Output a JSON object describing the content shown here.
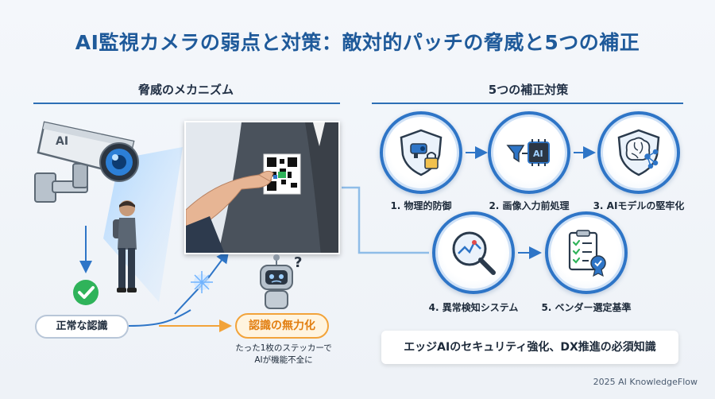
{
  "title": "AI監視カメラの弱点と対策：敵対的パッチの脅威と5つの補正",
  "left_section": {
    "heading": "脅威のメカニズム",
    "camera_label": "AI",
    "normal_label": "正常な認識",
    "disabled_label": "認識の無力化",
    "note_line1": "たった1枚のステッカーで",
    "note_line2": "AIが機能不全に",
    "robot_mark": "?"
  },
  "right_section": {
    "heading": "5つの補正対策",
    "measures": [
      {
        "label": "1. 物理的防御",
        "icon": "shield-camera-lock-icon"
      },
      {
        "label": "2. 画像入力前処理",
        "icon": "filter-chip-icon"
      },
      {
        "label": "3. AIモデルの堅牢化",
        "icon": "brain-network-shield-icon"
      },
      {
        "label": "4. 異常検知システム",
        "icon": "magnifier-chart-icon"
      },
      {
        "label": "5. ベンダー選定基準",
        "icon": "checklist-certificate-icon"
      }
    ],
    "chip_label": "AI",
    "summary": "エッジAIのセキュリティ強化、DX推進の必須知識"
  },
  "footer": "2025 AI KnowledgeFlow",
  "colors": {
    "title": "#1f5a9a",
    "accent_blue": "#2e75c7",
    "accent_orange": "#f2a33a",
    "check_green": "#2fb35a"
  }
}
